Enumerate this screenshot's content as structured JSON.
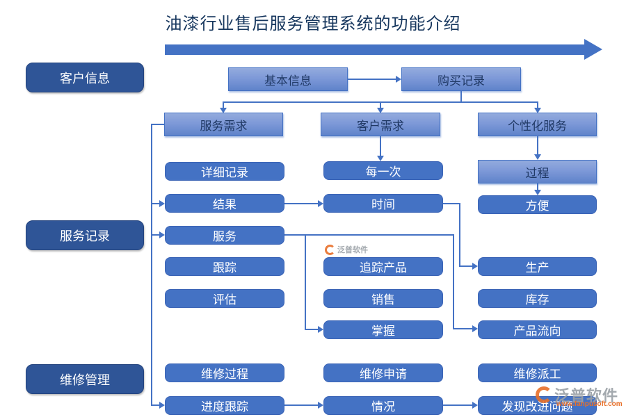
{
  "title": "油漆行业售后服务管理系统的功能介绍",
  "sidebar": {
    "customer_info": "客户信息",
    "service_record": "服务记录",
    "repair_management": "维修管理"
  },
  "nodes": {
    "basic_info": "基本信息",
    "purchase_record": "购买记录",
    "service_demand": "服务需求",
    "customer_demand": "客户需求",
    "personalized_service": "个性化服务",
    "detailed_record": "详细记录",
    "every_time": "每一次",
    "process": "过程",
    "result": "结果",
    "time": "时间",
    "convenient": "方便",
    "service": "服务",
    "track": "跟踪",
    "track_product": "追踪产品",
    "production": "生产",
    "evaluate": "评估",
    "sales": "销售",
    "inventory": "库存",
    "grasp": "掌握",
    "product_flow": "产品流向",
    "repair_process": "维修过程",
    "repair_request": "维修申请",
    "repair_dispatch": "维修派工",
    "progress_tracking": "进度跟踪",
    "situation": "情况",
    "find_improvement": "发现改进问题"
  },
  "watermark": {
    "brand": "泛普软件",
    "brand_small": "泛普软件",
    "url": "www.fanpusoft.com"
  },
  "colors": {
    "accent_blue": "#4472C4",
    "dark_blue": "#2F5597",
    "title_navy": "#17375E",
    "watermark_orange": "#E8702A"
  }
}
